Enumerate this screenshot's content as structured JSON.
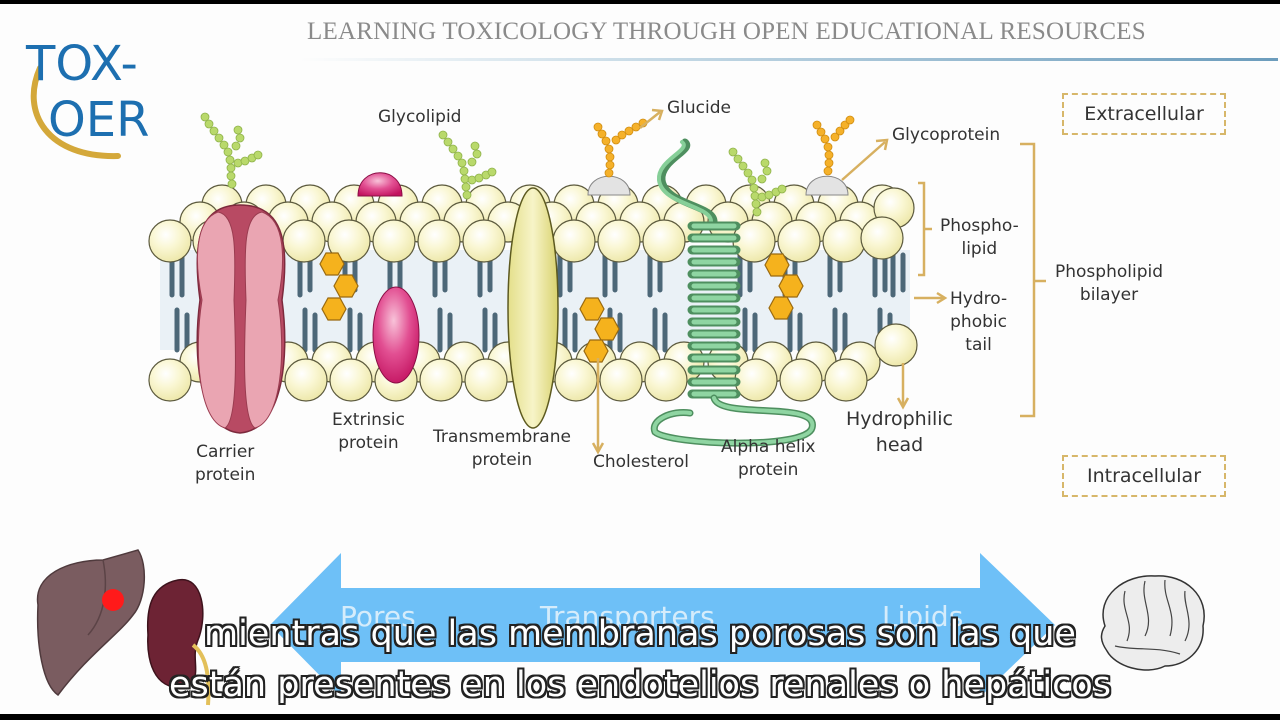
{
  "header": {
    "logo_line1": "TOX-",
    "logo_line2": "OER",
    "title": "LEARNING TOXICOLOGY THROUGH OPEN EDUCATIONAL RESOURCES"
  },
  "diagram": {
    "labels": {
      "glycolipid": "Glycolipid",
      "glucide": "Glucide",
      "glycoprotein": "Glycoprotein",
      "phospholipid_1": "Phospho-",
      "phospholipid_2": "lipid",
      "hydrophobic_1": "Hydro-",
      "hydrophobic_2": "phobic",
      "hydrophobic_3": "tail",
      "bilayer_1": "Phospholipid",
      "bilayer_2": "bilayer",
      "hydrophilic_1": "Hydrophilic",
      "hydrophilic_2": "head",
      "carrier_1": "Carrier",
      "carrier_2": "protein",
      "extrinsic_1": "Extrinsic",
      "extrinsic_2": "protein",
      "transmembrane_1": "Transmembrane",
      "transmembrane_2": "protein",
      "cholesterol": "Cholesterol",
      "alpha_1": "Alpha helix",
      "alpha_2": "protein"
    },
    "boxes": {
      "extracellular": "Extracellular",
      "intracellular": "Intracellular"
    },
    "colors": {
      "head_fill": "#f7f3c4",
      "tail": "#4d6878",
      "carrier": "#e8a3ae",
      "extrinsic": "#d81b72",
      "transmembrane": "#eeeaa3",
      "helix": "#7cc48e",
      "cholesterol": "#f5b21d",
      "glucide": "#f5b12a",
      "glycolipid_chain": "#b9d96b",
      "bracket": "#d7b060",
      "arrow": "#6ec0f7"
    }
  },
  "transport_arrow": {
    "labels": [
      "Pores",
      "Transporters",
      "Lipids"
    ]
  },
  "subtitles": {
    "line1": "mientras que las membranas porosas son las que",
    "line2": "están presentes en los endotelios renales o hepáticos"
  }
}
